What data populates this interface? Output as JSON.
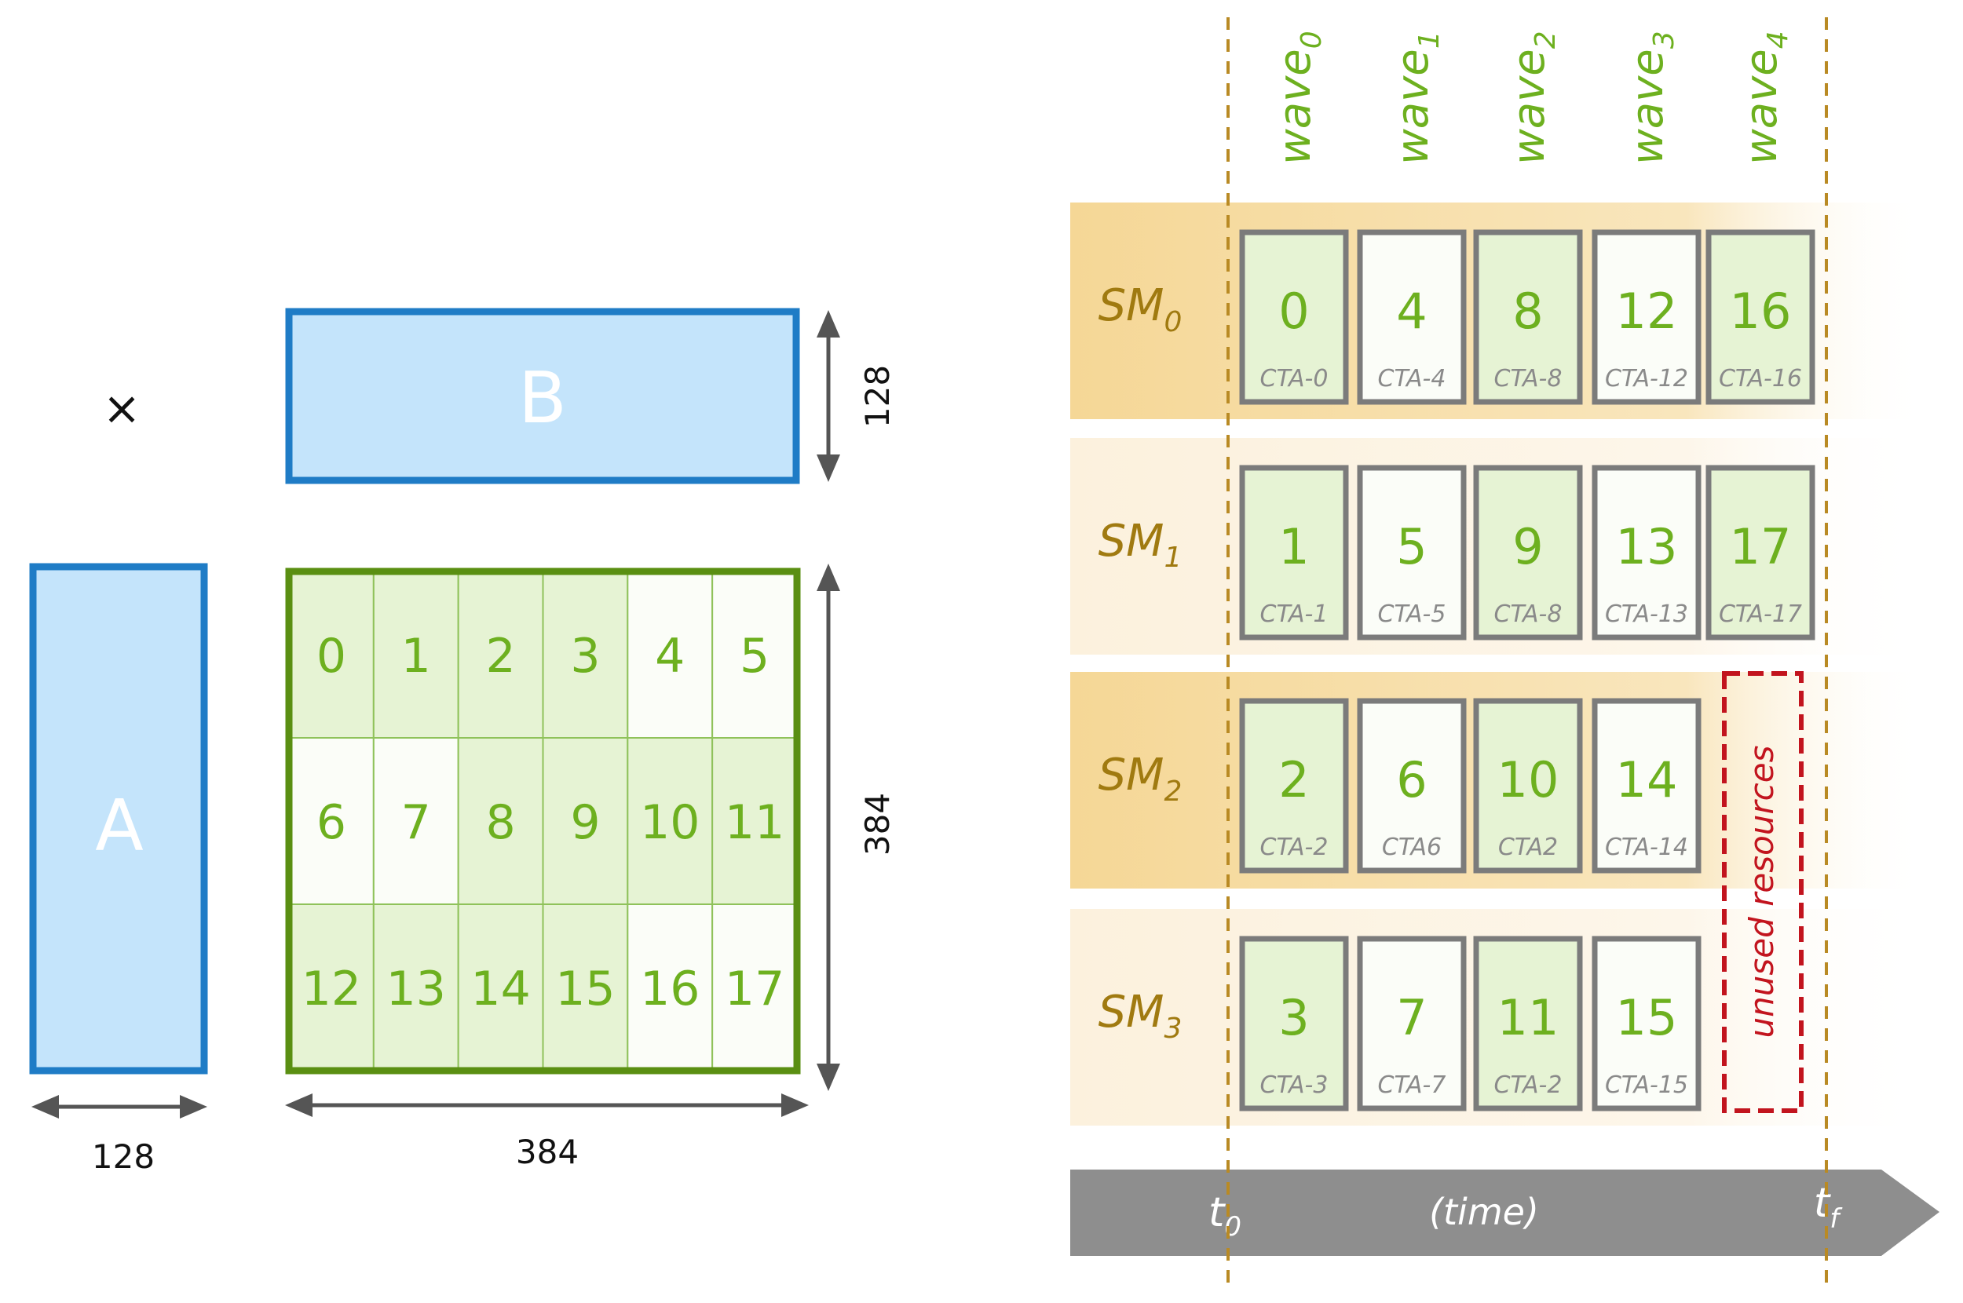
{
  "matrices": {
    "multiply_symbol": "×",
    "A": {
      "label": "A",
      "width_label": "128"
    },
    "B": {
      "label": "B",
      "height_label": "128"
    },
    "C": {
      "width_label": "384",
      "height_label": "384",
      "tiles": [
        [
          "0",
          "1",
          "2",
          "3",
          "4",
          "5"
        ],
        [
          "6",
          "7",
          "8",
          "9",
          "10",
          "11"
        ],
        [
          "12",
          "13",
          "14",
          "15",
          "16",
          "17"
        ]
      ],
      "tile_shaded": [
        [
          true,
          true,
          true,
          true,
          false,
          false
        ],
        [
          false,
          false,
          true,
          true,
          true,
          true
        ],
        [
          true,
          true,
          true,
          true,
          false,
          false
        ]
      ]
    }
  },
  "schedule": {
    "waves": [
      {
        "base": "wave",
        "sub": "0"
      },
      {
        "base": "wave",
        "sub": "1"
      },
      {
        "base": "wave",
        "sub": "2"
      },
      {
        "base": "wave",
        "sub": "3"
      },
      {
        "base": "wave",
        "sub": "4"
      }
    ],
    "sms": [
      {
        "base": "SM",
        "sub": "0"
      },
      {
        "base": "SM",
        "sub": "1"
      },
      {
        "base": "SM",
        "sub": "2"
      },
      {
        "base": "SM",
        "sub": "3"
      }
    ],
    "ctas": [
      [
        {
          "num": "0",
          "label": "CTA-0",
          "shaded": true
        },
        {
          "num": "4",
          "label": "CTA-4",
          "shaded": false
        },
        {
          "num": "8",
          "label": "CTA-8",
          "shaded": true
        },
        {
          "num": "12",
          "label": "CTA-12",
          "shaded": false
        },
        {
          "num": "16",
          "label": "CTA-16",
          "shaded": true
        }
      ],
      [
        {
          "num": "1",
          "label": "CTA-1",
          "shaded": true
        },
        {
          "num": "5",
          "label": "CTA-5",
          "shaded": false
        },
        {
          "num": "9",
          "label": "CTA-8",
          "shaded": true
        },
        {
          "num": "13",
          "label": "CTA-13",
          "shaded": false
        },
        {
          "num": "17",
          "label": "CTA-17",
          "shaded": true
        }
      ],
      [
        {
          "num": "2",
          "label": "CTA-2",
          "shaded": true
        },
        {
          "num": "6",
          "label": "CTA6",
          "shaded": false
        },
        {
          "num": "10",
          "label": "CTA2",
          "shaded": true
        },
        {
          "num": "14",
          "label": "CTA-14",
          "shaded": false
        }
      ],
      [
        {
          "num": "3",
          "label": "CTA-3",
          "shaded": true
        },
        {
          "num": "7",
          "label": "CTA-7",
          "shaded": false
        },
        {
          "num": "11",
          "label": "CTA-2",
          "shaded": true
        },
        {
          "num": "15",
          "label": "CTA-15",
          "shaded": false
        }
      ]
    ],
    "unused_label": "unused resources",
    "time_axis": {
      "start": {
        "base": "t",
        "sub": "0"
      },
      "end": {
        "base": "t",
        "sub": "f"
      },
      "label": "(time)"
    }
  },
  "colors": {
    "blue_fill": "#c4e4fb",
    "blue_stroke": "#1f7cc6",
    "green_stroke": "#5a8f12",
    "green_text": "#6db01f",
    "tile_green": "#e6f3d4",
    "tile_white": "#fbfdf8",
    "sm_gold": "#a07a10",
    "band_dark": "#f3d493",
    "band_light": "#fcf1dd",
    "cta_border": "#7b7b7b",
    "cta_label": "#8a8a8a",
    "dash_line": "#b98a24",
    "unused_red": "#c2141e",
    "time_gray": "#8e8e8e"
  }
}
